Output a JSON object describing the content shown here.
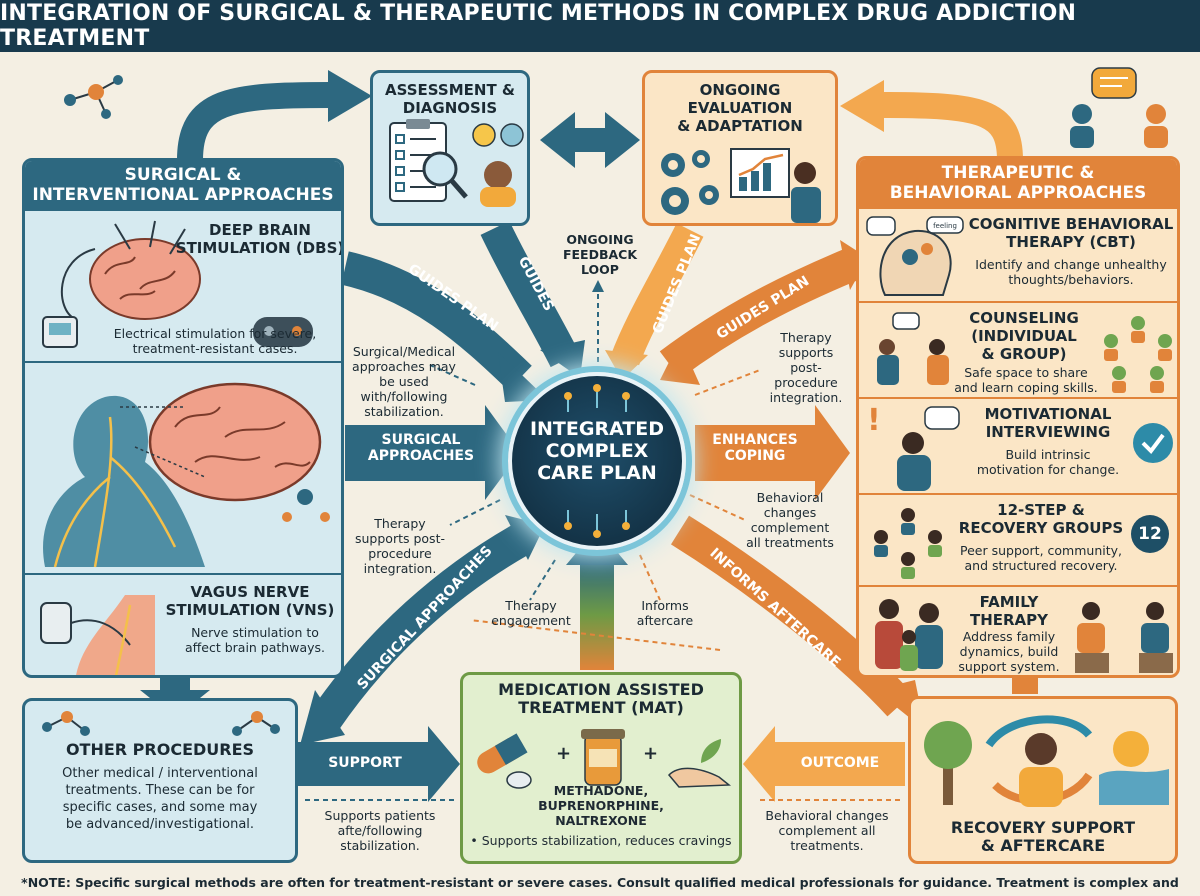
{
  "title": "INTEGRATION OF SURGICAL & THERAPEUTIC METHODS IN COMPLEX DRUG ADDICTION TREATMENT",
  "center": {
    "line1": "INTEGRATED",
    "line2": "COMPLEX",
    "line3": "CARE PLAN"
  },
  "assessment": {
    "title_line1": "ASSESSMENT &",
    "title_line2": "DIAGNOSIS"
  },
  "evaluation": {
    "title_line1": "ONGOING EVALUATION",
    "title_line2": "& ADAPTATION"
  },
  "surgical": {
    "title_line1": "SURGICAL &",
    "title_line2": "INTERVENTIONAL APPROACHES",
    "dbs": {
      "title_line1": "DEEP BRAIN",
      "title_line2": "STIMULATION (DBS)",
      "desc_line1": "Electrical stimulation for severe,",
      "desc_line2": "treatment-resistant cases."
    },
    "vns": {
      "title_line1": "VAGUS NERVE",
      "title_line2": "STIMULATION (VNS)",
      "desc_line1": "Nerve stimulation to",
      "desc_line2": "affect brain pathways."
    }
  },
  "other": {
    "title": "OTHER PROCEDURES",
    "desc_line1": "Other medical / interventional",
    "desc_line2": "treatments. These can be for",
    "desc_line3": "specific cases, and some may",
    "desc_line4": "be advanced/investigational."
  },
  "therapeutic": {
    "title_line1": "THERAPEUTIC &",
    "title_line2": "BEHAVIORAL APPROACHES",
    "cbt": {
      "title_line1": "COGNITIVE BEHAVIORAL",
      "title_line2": "THERAPY (CBT)",
      "desc_line1": "Identify and change unhealthy",
      "desc_line2": "thoughts/behaviors.",
      "bubble": "feeling"
    },
    "counseling": {
      "title_line1": "COUNSELING",
      "title_line2": "(INDIVIDUAL",
      "title_line3": "& GROUP)",
      "desc_line1": "Safe space to share",
      "desc_line2": "and learn coping skills."
    },
    "mi": {
      "title_line1": "MOTIVATIONAL",
      "title_line2": "INTERVIEWING",
      "desc_line1": "Build intrinsic",
      "desc_line2": "motivation for change.",
      "mark": "!"
    },
    "twelve": {
      "title_line1": "12-STEP &",
      "title_line2": "RECOVERY GROUPS",
      "desc_line1": "Peer support, community,",
      "desc_line2": "and structured recovery.",
      "badge": "12"
    },
    "family": {
      "title_line1": "FAMILY",
      "title_line2": "THERAPY",
      "desc_line1": "Address family",
      "desc_line2": "dynamics, build",
      "desc_line3": "support system."
    }
  },
  "mat": {
    "title_line1": "MEDICATION ASSISTED",
    "title_line2": "TREATMENT (MAT)",
    "drug_line1": "METHADONE,",
    "drug_line2": "BUPRENORPHINE,",
    "drug_line3": "NALTREXONE",
    "bullet": "• Supports stabilization, reduces cravings",
    "plus": "+"
  },
  "recovery": {
    "title_line1": "RECOVERY SUPPORT",
    "title_line2": "& AFTERCARE"
  },
  "arrows": {
    "guides_plan_left": "GUIDES PLAN",
    "guides": "GUIDES",
    "guides_plan_top": "GUIDES PLAN",
    "guides_plan_right": "GUIDES PLAN",
    "surgical_line1": "SURGICAL",
    "surgical_line2": "APPROACHES",
    "enhances_line1": "ENHANCES",
    "enhances_line2": "COPING",
    "surgical_diag": "SURGICAL APPROACHES",
    "informs_aftercare": "INFORMS AFTERCARE",
    "support": "SUPPORT",
    "outcome": "OUTCOME"
  },
  "notes": {
    "feedback_line1": "ONGOING",
    "feedback_line2": "FEEDBACK",
    "feedback_line3": "LOOP",
    "surg_med_line1": "Surgical/Medical",
    "surg_med_line2": "approaches may",
    "surg_med_line3": "be used",
    "surg_med_line4": "with/following",
    "surg_med_line5": "stabilization.",
    "therapy_right_line1": "Therapy",
    "therapy_right_line2": "supports",
    "therapy_right_line3": "post-",
    "therapy_right_line4": "procedure",
    "therapy_right_line5": "integration.",
    "therapy_left_line1": "Therapy",
    "therapy_left_line2": "supports post-",
    "therapy_left_line3": "procedure",
    "therapy_left_line4": "integration.",
    "behav_line1": "Behavioral",
    "behav_line2": "changes",
    "behav_line3": "complement",
    "behav_line4": "all treatments",
    "engage_line1": "Therapy",
    "engage_line2": "engagement",
    "informs_line1": "Informs",
    "informs_line2": "aftercare",
    "supports_pat_line1": "Supports patients",
    "supports_pat_line2": "afte/following",
    "supports_pat_line3": "stabilization.",
    "behav2_line1": "Behavioral changes",
    "behav2_line2": "complement all",
    "behav2_line3": "treatments."
  },
  "footer": "*NOTE: Specific surgical methods are often for treatment-resistant or severe cases. Consult qualified medical professionals for guidance. Treatment is complex and multi-faceted.*",
  "colors": {
    "teal": "#2d6880",
    "orange": "#e1843a",
    "green": "#6e9a45",
    "navy": "#183a4d"
  }
}
